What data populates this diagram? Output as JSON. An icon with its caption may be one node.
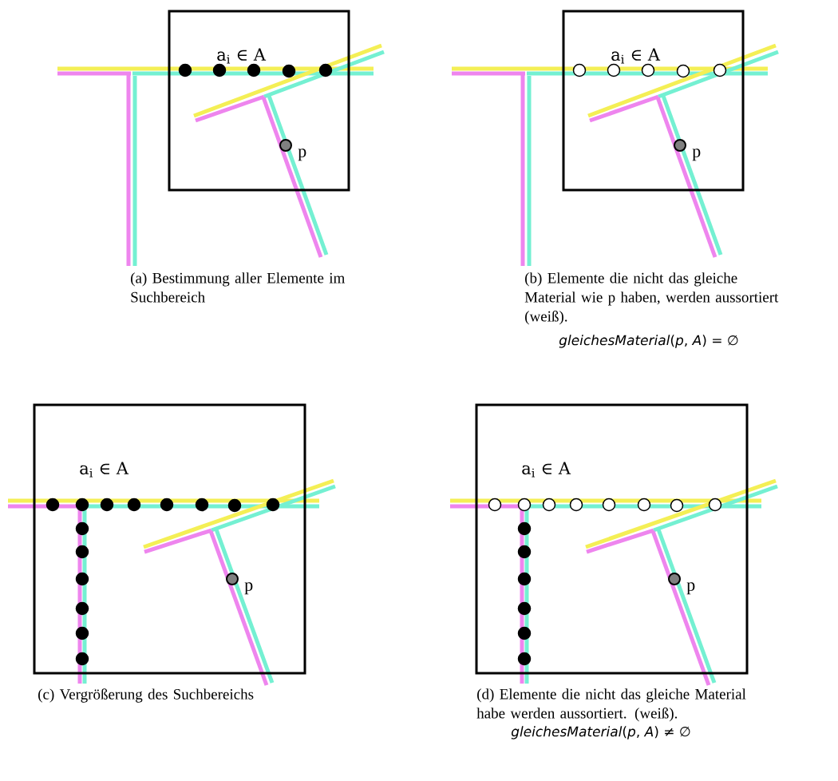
{
  "diagram": {
    "labels": [
      "a$_{i}$ ∈ A",
      "p",
      "a$_{i}$ ∈ A",
      "p",
      "(a) Bestimmung aller Elemente im Suchbereich",
      "(b) Elemente die nicht das gleiche Material wie p haben, werden aussortiert (weiß).",
      "*gleichesMaterial*(*p*, *A*) = ∅",
      "a$_{i}$ ∈ A",
      "p",
      "a$_{i}$ ∈ A",
      "p",
      "(c) Vergrößerung des Suchbereichs",
      "(d) Elemente die nicht das gleiche Material habe werden aussortiert. (weiß).",
      "*gleichesMaterial*(*p*, *A*) ≠ ∅"
    ]
  }
}
